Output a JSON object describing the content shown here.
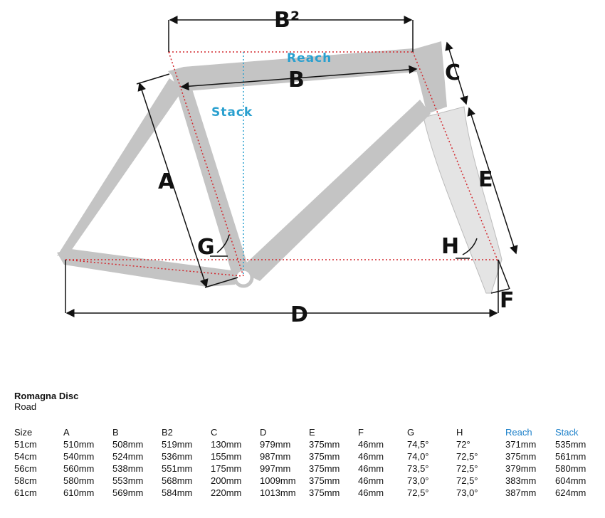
{
  "diagram": {
    "labels": {
      "b2": "B²",
      "reach": "Reach",
      "b": "B",
      "c": "C",
      "stack": "Stack",
      "a": "A",
      "e": "E",
      "g": "G",
      "h": "H",
      "d": "D",
      "f": "F"
    },
    "colors": {
      "frame": "#c4c4c4",
      "fork": "#e4e4e4",
      "red": "#d2262c",
      "blue": "#2aa0cf"
    }
  },
  "model": {
    "name": "Romagna Disc",
    "category": "Road"
  },
  "table": {
    "headers": [
      "Size",
      "A",
      "B",
      "B2",
      "C",
      "D",
      "E",
      "F",
      "G",
      "H",
      "Reach",
      "Stack"
    ],
    "rows": [
      [
        "51cm",
        "510mm",
        "508mm",
        "519mm",
        "130mm",
        "979mm",
        "375mm",
        "46mm",
        "74,5°",
        "72°",
        "371mm",
        "535mm"
      ],
      [
        "54cm",
        "540mm",
        "524mm",
        "536mm",
        "155mm",
        "987mm",
        "375mm",
        "46mm",
        "74,0°",
        "72,5°",
        "375mm",
        "561mm"
      ],
      [
        "56cm",
        "560mm",
        "538mm",
        "551mm",
        "175mm",
        "997mm",
        "375mm",
        "46mm",
        "73,5°",
        "72,5°",
        "379mm",
        "580mm"
      ],
      [
        "58cm",
        "580mm",
        "553mm",
        "568mm",
        "200mm",
        "1009mm",
        "375mm",
        "46mm",
        "73,0°",
        "72,5°",
        "383mm",
        "604mm"
      ],
      [
        "61cm",
        "610mm",
        "569mm",
        "584mm",
        "220mm",
        "1013mm",
        "375mm",
        "46mm",
        "72,5°",
        "73,0°",
        "387mm",
        "624mm"
      ]
    ]
  }
}
